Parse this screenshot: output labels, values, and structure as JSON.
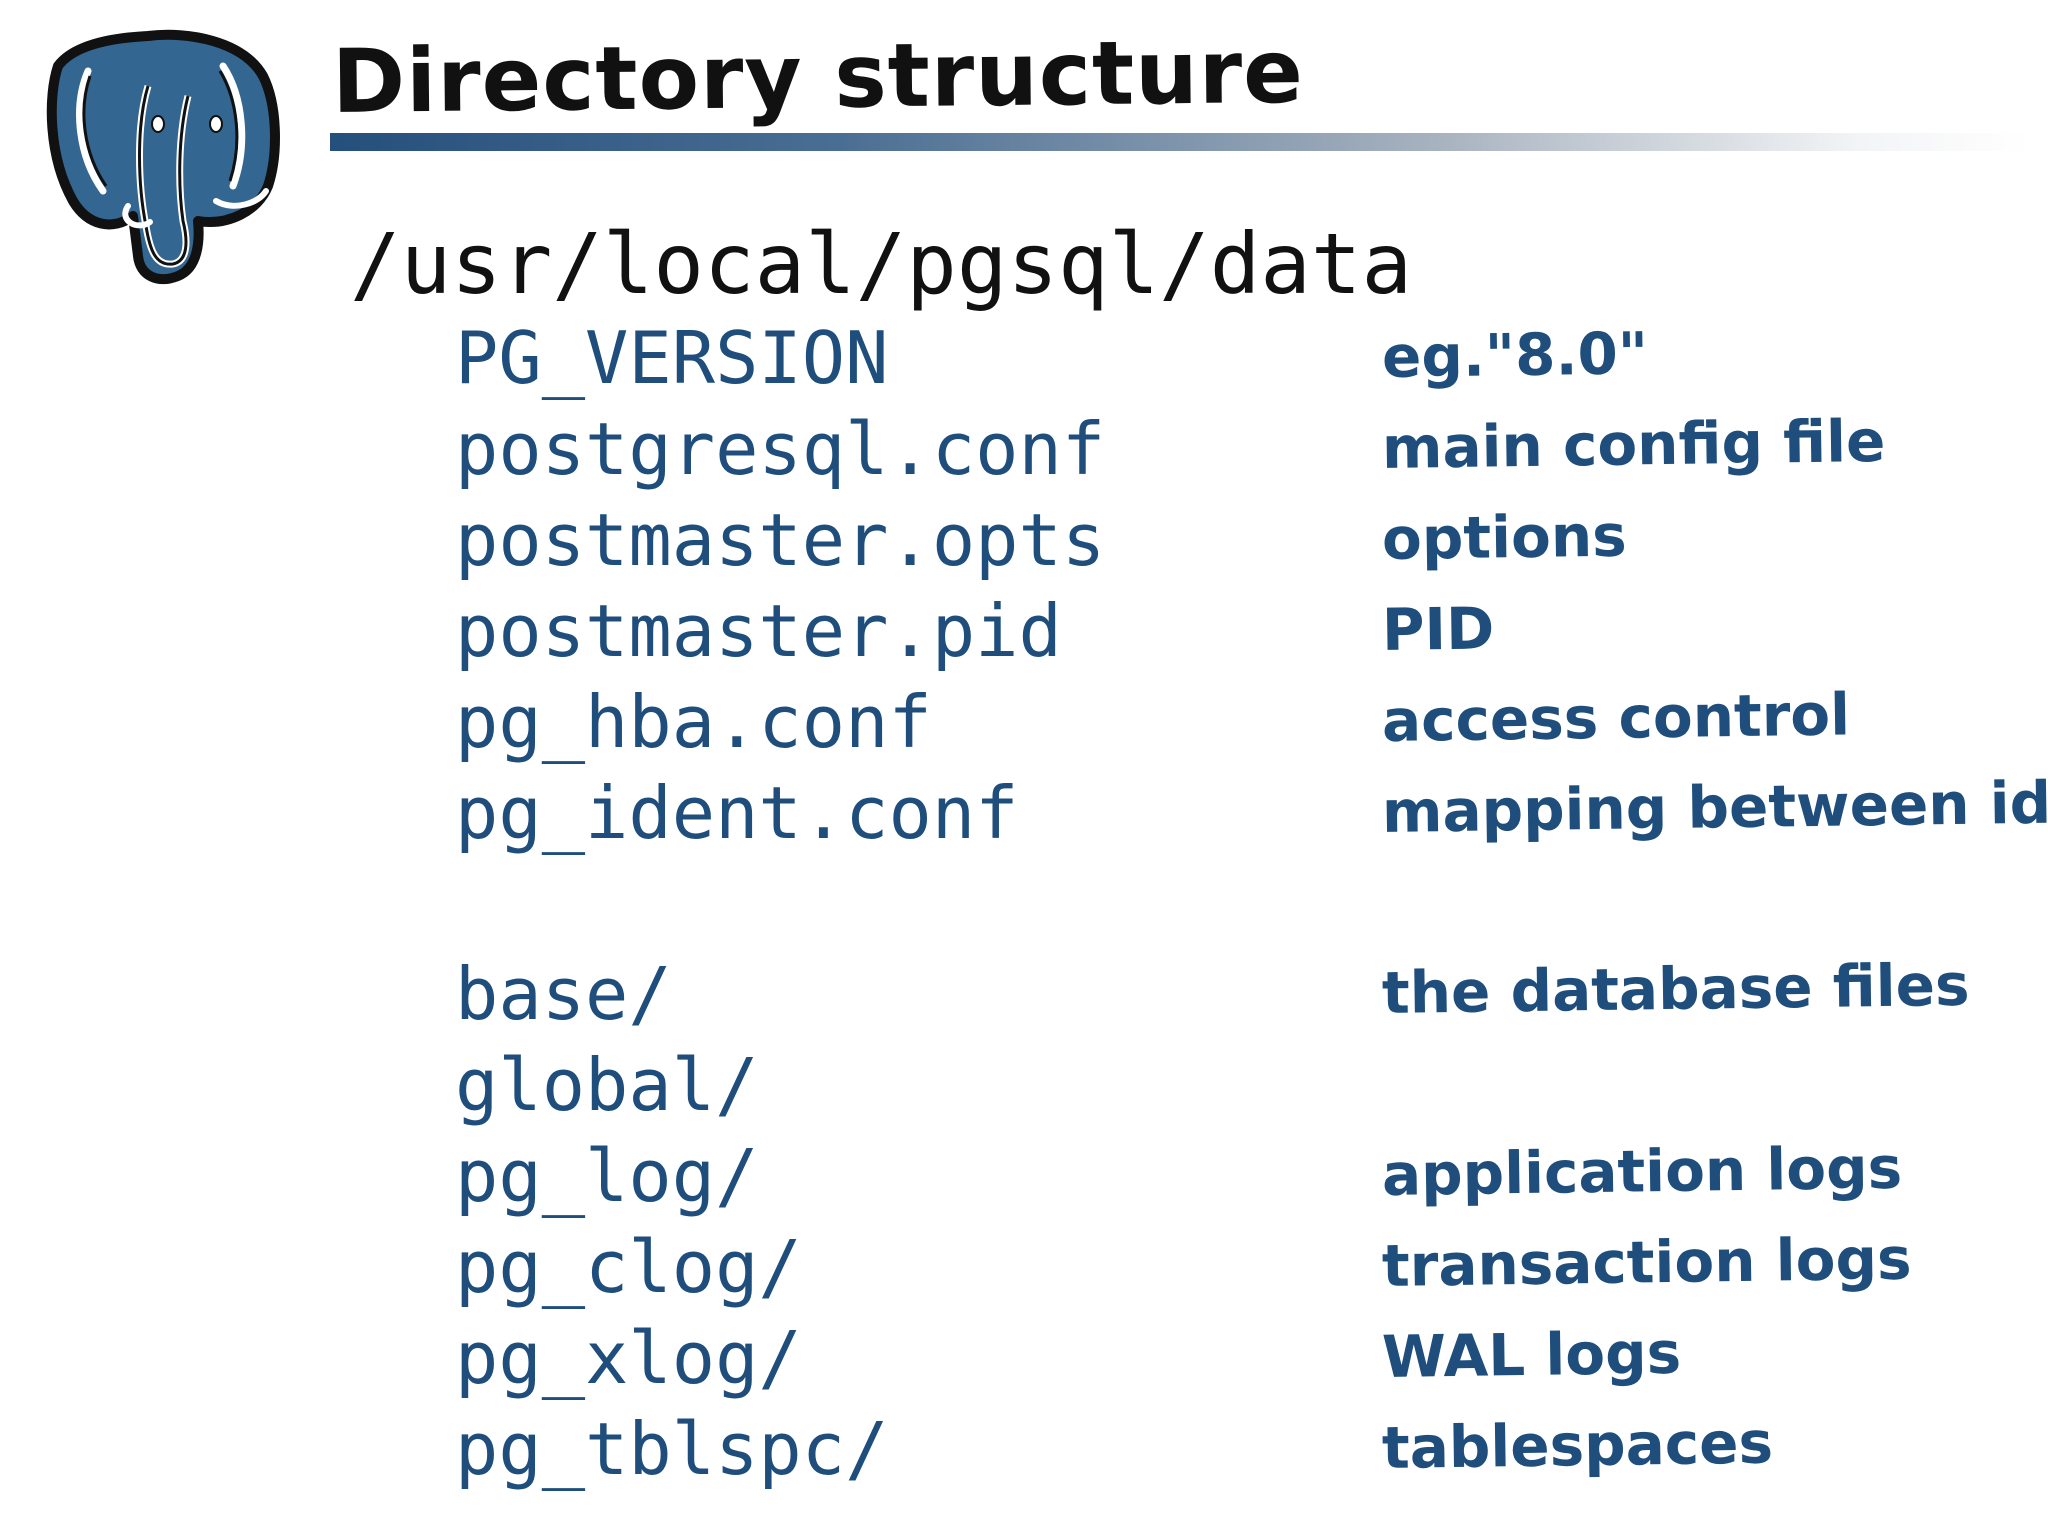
{
  "slide": {
    "title": "Directory structure",
    "path": "/usr/local/pgsql/data",
    "colors": {
      "entry_text": "#1f4e7d",
      "title_text": "#111111",
      "rule_start": "#254f7c",
      "logo_blue": "#336791"
    },
    "logo_icon": "postgresql-elephant-icon",
    "entries": [
      {
        "name": "PG_VERSION",
        "desc": "eg.\"8.0\""
      },
      {
        "name": "postgresql.conf",
        "desc": "main config file"
      },
      {
        "name": "postmaster.opts",
        "desc": "options"
      },
      {
        "name": "postmaster.pid",
        "desc": "PID"
      },
      {
        "name": "pg_hba.conf",
        "desc": "access control"
      },
      {
        "name": "pg_ident.conf",
        "desc": "mapping between identies"
      },
      {
        "name": "base/",
        "desc": "the database files"
      },
      {
        "name": "global/",
        "desc": ""
      },
      {
        "name": "pg_log/",
        "desc": "application logs"
      },
      {
        "name": "pg_clog/",
        "desc": "transaction logs"
      },
      {
        "name": "pg_xlog/",
        "desc": "WAL logs"
      },
      {
        "name": "pg_tblspc/",
        "desc": "tablespaces"
      }
    ]
  }
}
